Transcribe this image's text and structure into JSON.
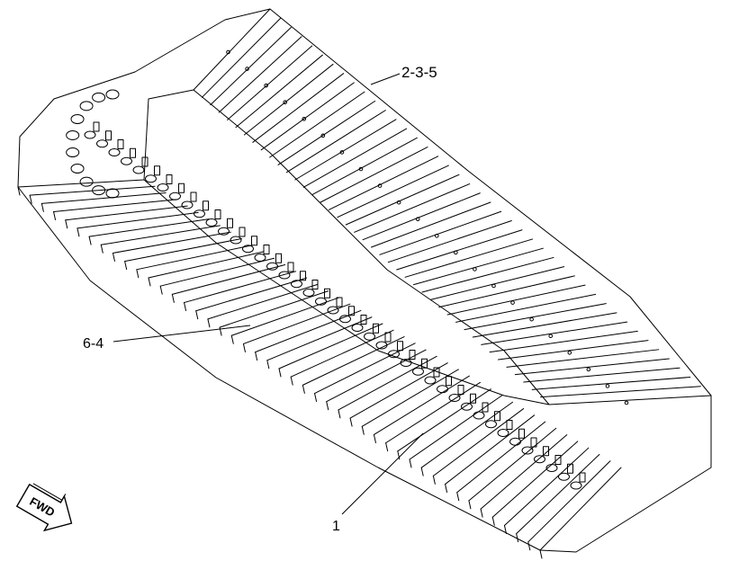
{
  "callouts": {
    "c1": "1",
    "c2": "2-3-5",
    "c3": "6-4"
  },
  "fwd": {
    "label": "FWD",
    "icon": "fwd-arrow-icon"
  },
  "colors": {
    "line": "#000000",
    "background": "#ffffff"
  }
}
